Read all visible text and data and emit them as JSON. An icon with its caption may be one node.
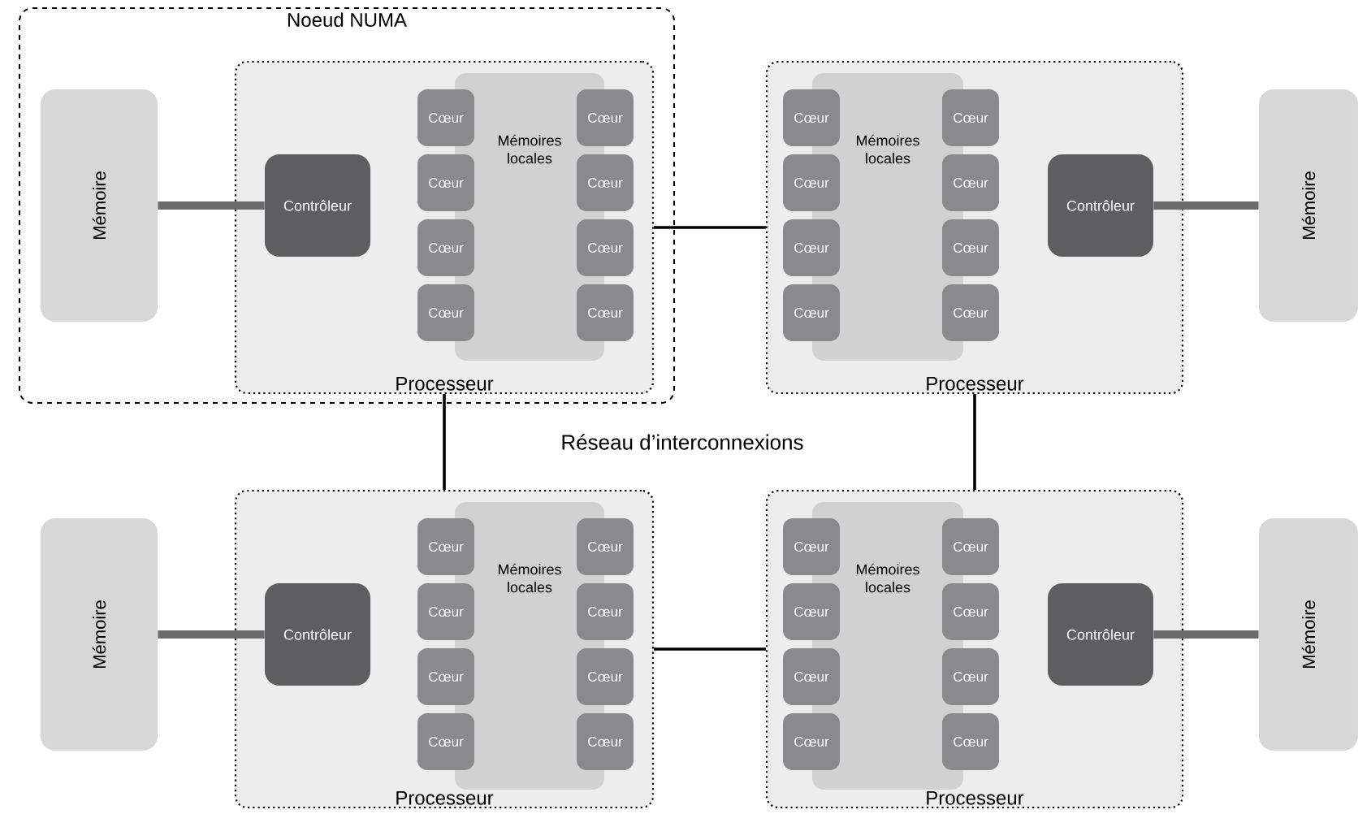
{
  "diagram": {
    "nodes": [
      {
        "text": [
          "Noeud NUMA"
        ]
      },
      {
        "text": [
          "Mémoire"
        ],
        "in": 0
      },
      {
        "text": [
          "Processeur"
        ],
        "in": 0
      },
      {
        "text": [
          "Contrôleur"
        ],
        "in": 2
      },
      {
        "text": [
          "Mémoires locales"
        ],
        "in": 2
      },
      {
        "text": [
          "Cœur"
        ],
        "in": 2
      },
      {
        "text": [
          "Cœur"
        ],
        "in": 2
      },
      {
        "text": [
          "Cœur"
        ],
        "in": 2
      },
      {
        "text": [
          "Cœur"
        ],
        "in": 2
      },
      {
        "text": [
          "Cœur"
        ],
        "in": 2
      },
      {
        "text": [
          "Cœur"
        ],
        "in": 2
      },
      {
        "text": [
          "Cœur"
        ],
        "in": 2
      },
      {
        "text": [
          "Cœur"
        ],
        "in": 2
      },
      {
        "text": [
          "Processeur"
        ]
      },
      {
        "text": [
          "Mémoires locales"
        ],
        "in": 13
      },
      {
        "text": [
          "Cœur"
        ],
        "in": 13
      },
      {
        "text": [
          "Cœur"
        ],
        "in": 13
      },
      {
        "text": [
          "Cœur"
        ],
        "in": 13
      },
      {
        "text": [
          "Cœur"
        ],
        "in": 13
      },
      {
        "text": [
          "Cœur"
        ],
        "in": 13
      },
      {
        "text": [
          "Cœur"
        ],
        "in": 13
      },
      {
        "text": [
          "Cœur"
        ],
        "in": 13
      },
      {
        "text": [
          "Cœur"
        ],
        "in": 13
      },
      {
        "text": [
          "Contrôleur"
        ],
        "in": 13
      },
      {
        "text": [
          "Mémoire"
        ]
      },
      {
        "text": [
          "Mémoire"
        ]
      },
      {
        "text": [
          "Processeur"
        ]
      },
      {
        "text": [
          "Contrôleur"
        ],
        "in": 26
      },
      {
        "text": [
          "Mémoires locales"
        ],
        "in": 26
      },
      {
        "text": [
          "Cœur"
        ],
        "in": 26
      },
      {
        "text": [
          "Cœur"
        ],
        "in": 26
      },
      {
        "text": [
          "Cœur"
        ],
        "in": 26
      },
      {
        "text": [
          "Cœur"
        ],
        "in": 26
      },
      {
        "text": [
          "Cœur"
        ],
        "in": 26
      },
      {
        "text": [
          "Cœur"
        ],
        "in": 26
      },
      {
        "text": [
          "Cœur"
        ],
        "in": 26
      },
      {
        "text": [
          "Cœur"
        ],
        "in": 26
      },
      {
        "text": [
          "Processeur"
        ]
      },
      {
        "text": [
          "Mémoires locales"
        ],
        "in": 37
      },
      {
        "text": [
          "Cœur"
        ],
        "in": 37
      },
      {
        "text": [
          "Cœur"
        ],
        "in": 37
      },
      {
        "text": [
          "Cœur"
        ],
        "in": 37
      },
      {
        "text": [
          "Cœur"
        ],
        "in": 37
      },
      {
        "text": [
          "Cœur"
        ],
        "in": 37
      },
      {
        "text": [
          "Cœur"
        ],
        "in": 37
      },
      {
        "text": [
          "Cœur"
        ],
        "in": 37
      },
      {
        "text": [
          "Cœur"
        ],
        "in": 37
      },
      {
        "text": [
          "Contrôleur"
        ],
        "in": 37
      },
      {
        "text": [
          "Mémoire"
        ]
      }
    ],
    "edges": [
      {
        "from": 1,
        "to": 3,
        "arrow": "none",
        "style": "thick",
        "color": "#6b6b6d"
      },
      {
        "from": 23,
        "to": 24,
        "arrow": "none",
        "style": "thick",
        "color": "#6b6b6d"
      },
      {
        "from": 25,
        "to": 27,
        "arrow": "none",
        "style": "thick",
        "color": "#6b6b6d"
      },
      {
        "from": 47,
        "to": 48,
        "arrow": "none",
        "style": "thick",
        "color": "#6b6b6d"
      },
      {
        "from": 2,
        "to": 13,
        "arrow": "none",
        "color": "#000000"
      },
      {
        "from": 26,
        "to": 37,
        "arrow": "none",
        "color": "#000000"
      },
      {
        "from": 2,
        "to": 26,
        "arrow": "none",
        "color": "#000000"
      },
      {
        "from": 13,
        "to": 37,
        "arrow": "none",
        "color": "#000000"
      }
    ],
    "labels": [
      "Réseau d’interconnexions"
    ]
  }
}
